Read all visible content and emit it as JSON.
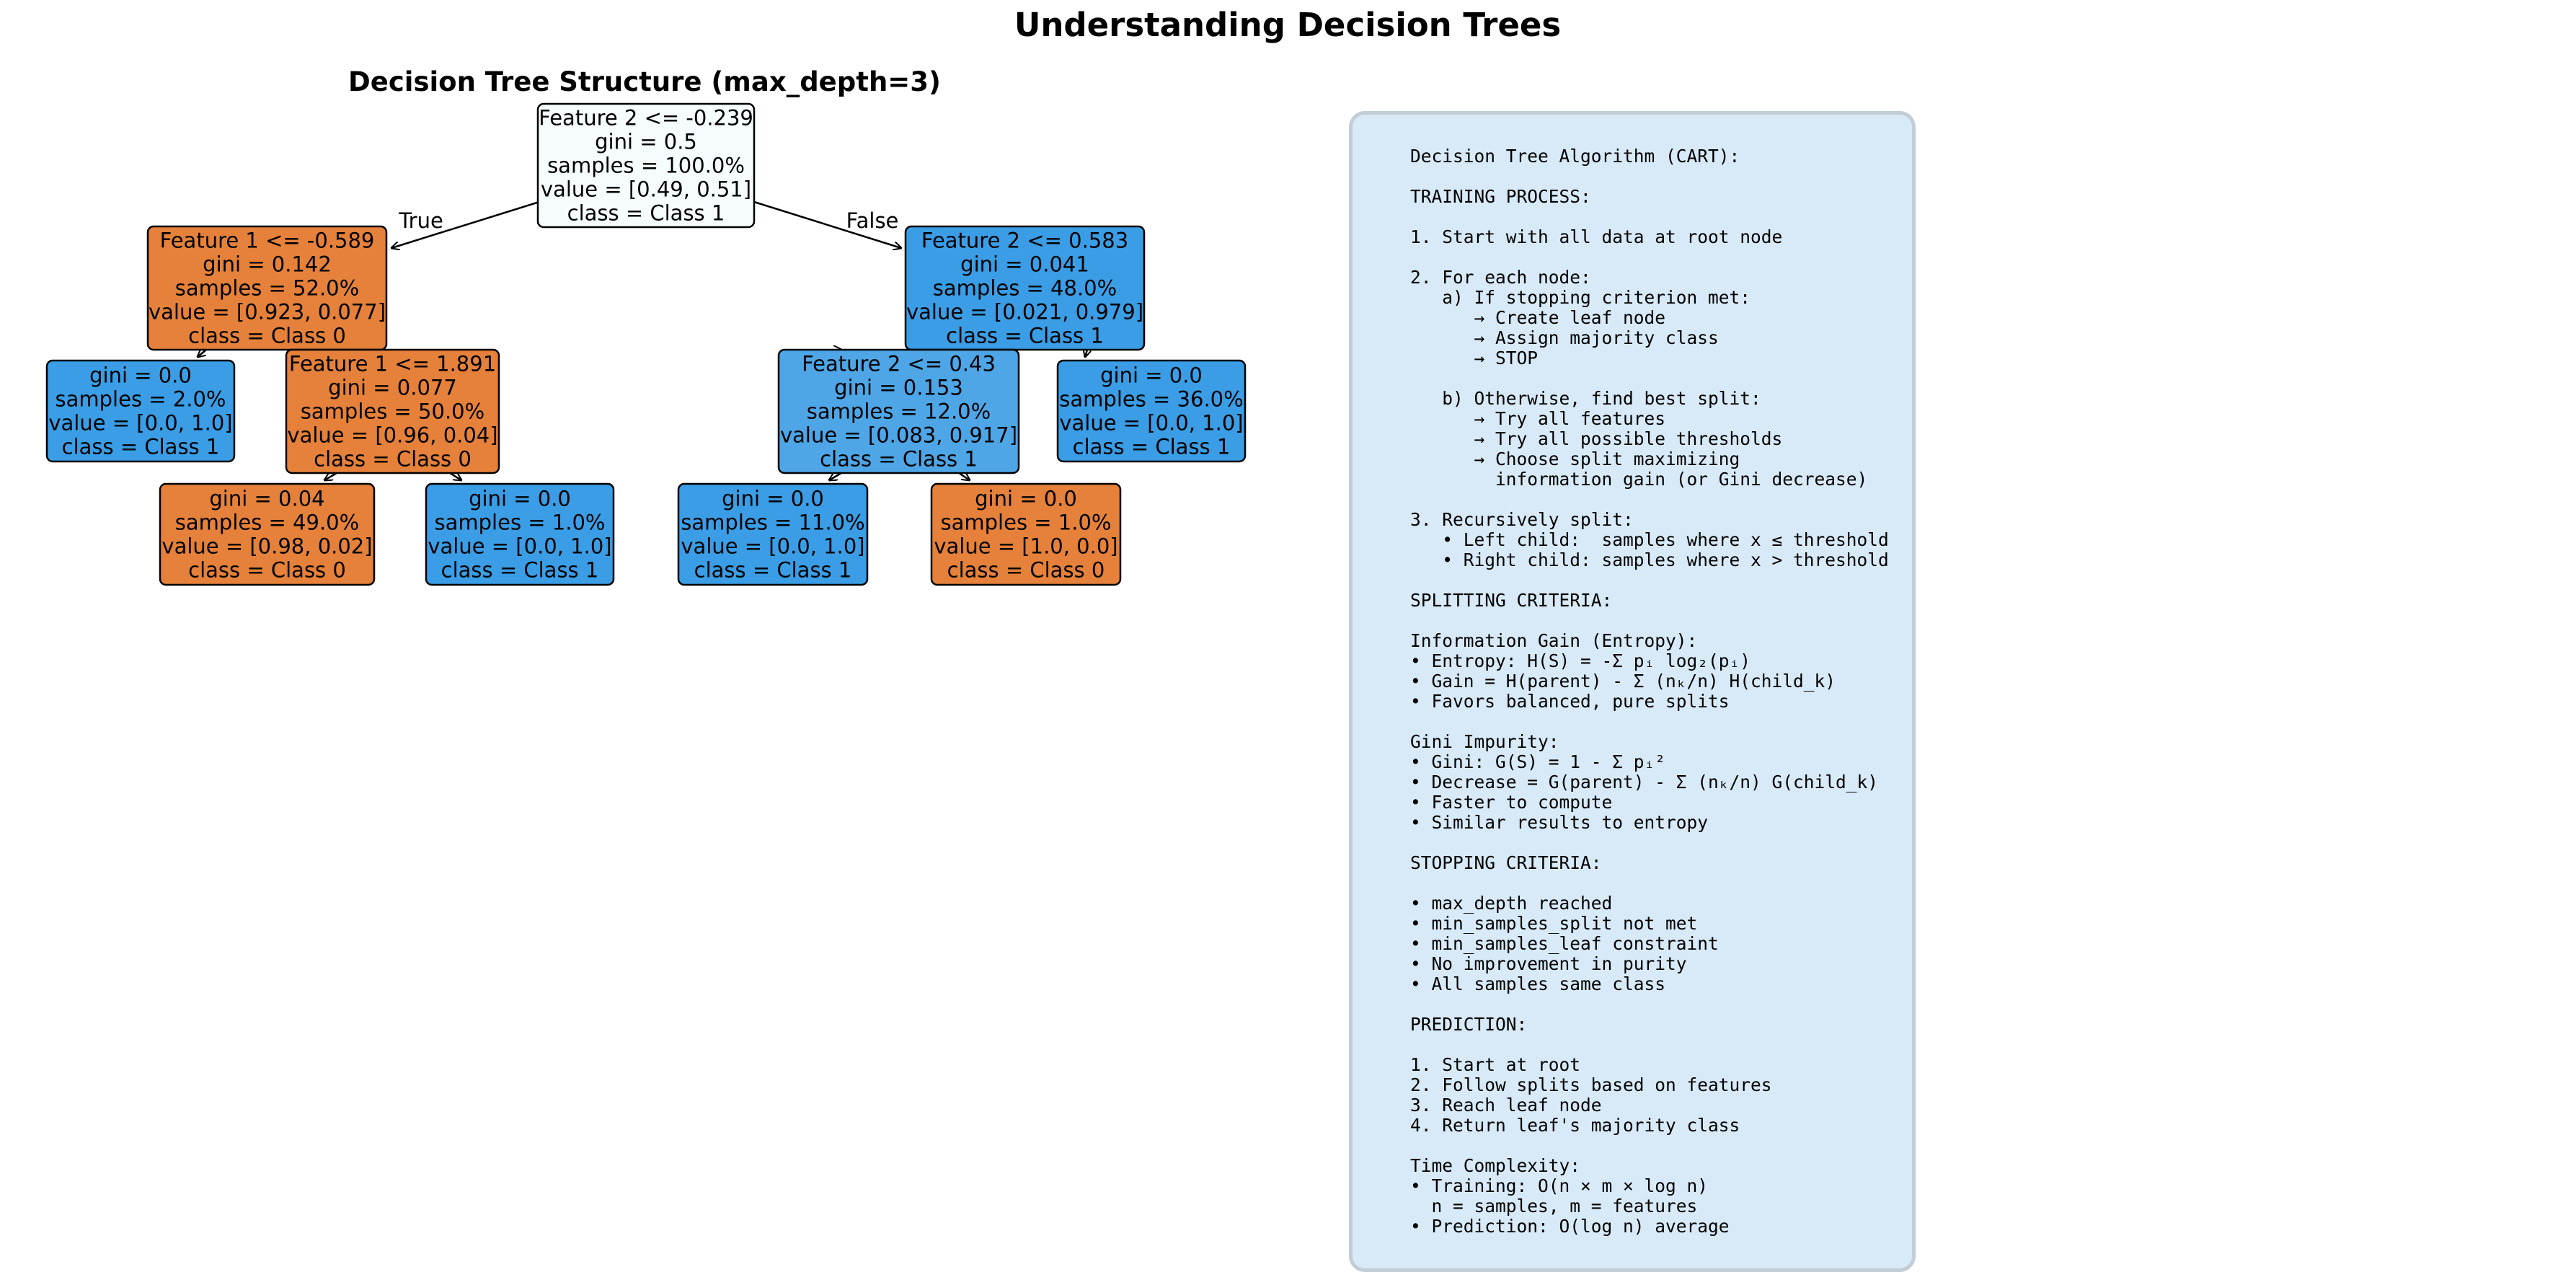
{
  "figure": {
    "title": "Understanding Decision Trees",
    "tree_title": "Decision Tree Structure (max_depth=3)"
  },
  "tree": {
    "edge_labels": {
      "true": "True",
      "false": "False"
    },
    "colors": {
      "class0": "#e5813a",
      "class1": "#3a9de5",
      "root": "#f6fbfe",
      "border": "#000000"
    },
    "nodes": [
      {
        "id": "root",
        "lines": [
          "Feature 2 <= -0.239",
          "gini = 0.5",
          "samples = 100.0%",
          "value = [0.49, 0.51]",
          "class = Class 1"
        ]
      },
      {
        "id": "n1",
        "lines": [
          "Feature 1 <= -0.589",
          "gini = 0.142",
          "samples = 52.0%",
          "value = [0.923, 0.077]",
          "class = Class 0"
        ]
      },
      {
        "id": "n2",
        "lines": [
          "Feature 2 <= 0.583",
          "gini = 0.041",
          "samples = 48.0%",
          "value = [0.021, 0.979]",
          "class = Class 1"
        ]
      },
      {
        "id": "n3",
        "lines": [
          "gini = 0.0",
          "samples = 2.0%",
          "value = [0.0, 1.0]",
          "class = Class 1"
        ]
      },
      {
        "id": "n4",
        "lines": [
          "Feature 1 <= 1.891",
          "gini = 0.077",
          "samples = 50.0%",
          "value = [0.96, 0.04]",
          "class = Class 0"
        ]
      },
      {
        "id": "n5",
        "lines": [
          "Feature 2 <= 0.43",
          "gini = 0.153",
          "samples = 12.0%",
          "value = [0.083, 0.917]",
          "class = Class 1"
        ]
      },
      {
        "id": "n6",
        "lines": [
          "gini = 0.0",
          "samples = 36.0%",
          "value = [0.0, 1.0]",
          "class = Class 1"
        ]
      },
      {
        "id": "n7",
        "lines": [
          "gini = 0.04",
          "samples = 49.0%",
          "value = [0.98, 0.02]",
          "class = Class 0"
        ]
      },
      {
        "id": "n8",
        "lines": [
          "gini = 0.0",
          "samples = 1.0%",
          "value = [0.0, 1.0]",
          "class = Class 1"
        ]
      },
      {
        "id": "n9",
        "lines": [
          "gini = 0.0",
          "samples = 11.0%",
          "value = [0.0, 1.0]",
          "class = Class 1"
        ]
      },
      {
        "id": "n10",
        "lines": [
          "gini = 0.0",
          "samples = 1.0%",
          "value = [1.0, 0.0]",
          "class = Class 0"
        ]
      }
    ]
  },
  "info_panel": {
    "text": "Decision Tree Algorithm (CART):\n\nTRAINING PROCESS:\n\n1. Start with all data at root node\n\n2. For each node:\n   a) If stopping criterion met:\n      → Create leaf node\n      → Assign majority class\n      → STOP\n\n   b) Otherwise, find best split:\n      → Try all features\n      → Try all possible thresholds\n      → Choose split maximizing\n        information gain (or Gini decrease)\n\n3. Recursively split:\n   • Left child:  samples where x ≤ threshold\n   • Right child: samples where x > threshold\n\nSPLITTING CRITERIA:\n\nInformation Gain (Entropy):\n• Entropy: H(S) = -Σ pᵢ log₂(pᵢ)\n• Gain = H(parent) - Σ (nₖ/n) H(child_k)\n• Favors balanced, pure splits\n\nGini Impurity:\n• Gini: G(S) = 1 - Σ pᵢ²\n• Decrease = G(parent) - Σ (nₖ/n) G(child_k)\n• Faster to compute\n• Similar results to entropy\n\nSTOPPING CRITERIA:\n\n• max_depth reached\n• min_samples_split not met\n• min_samples_leaf constraint\n• No improvement in purity\n• All samples same class\n\nPREDICTION:\n\n1. Start at root\n2. Follow splits based on features\n3. Reach leaf node\n4. Return leaf's majority class\n\nTime Complexity:\n• Training: O(n × m × log n)\n  n = samples, m = features\n• Prediction: O(log n) average"
  }
}
